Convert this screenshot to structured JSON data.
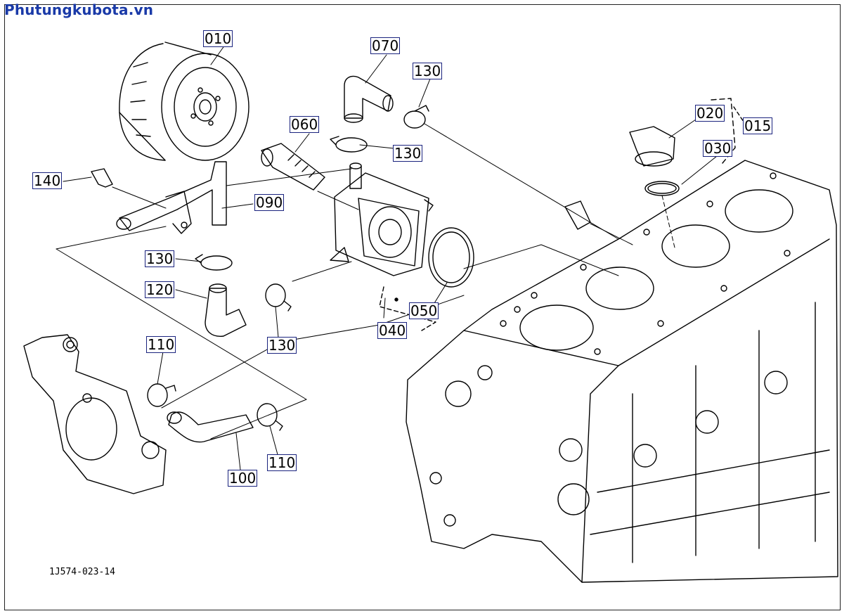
{
  "watermark": "Phutungkubota.vn",
  "drawing_code": "1J574-023-14",
  "callouts": {
    "p010": "010",
    "p015": "015",
    "p020": "020",
    "p030": "030",
    "p040": "040",
    "p050": "050",
    "p060": "060",
    "p070": "070",
    "p090": "090",
    "p100": "100",
    "p110a": "110",
    "p110b": "110",
    "p120": "120",
    "p130a": "130",
    "p130b": "130",
    "p130c": "130",
    "p130d": "130",
    "p140": "140"
  },
  "colors": {
    "watermark": "#1a3aa8",
    "label_border": "#1a237e",
    "line": "#000000"
  }
}
